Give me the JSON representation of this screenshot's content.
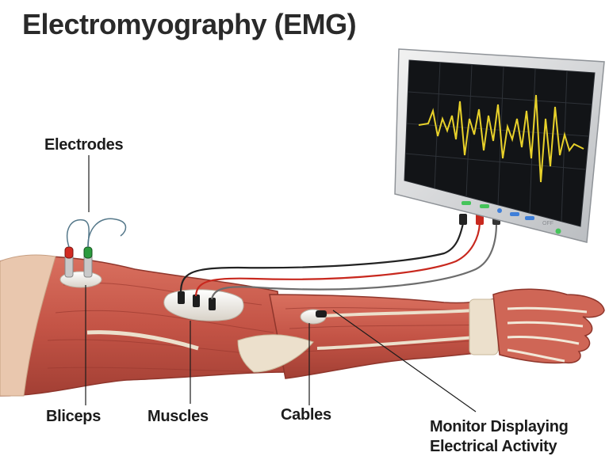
{
  "title": "Electromyography (EMG)",
  "labels": {
    "electrodes": "Electrodes",
    "biceps": "Bliceps",
    "muscles": "Muscles",
    "cables": "Cables",
    "monitor_line1": "Monitor Displaying",
    "monitor_line2": "Electrical Activity"
  },
  "monitor": {
    "power_text": "OFF"
  },
  "colors": {
    "muscle": "#c8594a",
    "muscle_dark": "#9c3a30",
    "tendon": "#eee3d2",
    "signal": "#e8d12a",
    "screen": "#121417",
    "cable_red": "#c8281e",
    "cable_black": "#222222",
    "cable_gray": "#6d6d6d"
  },
  "icons": [
    "electrode-pad-icon",
    "monitor-icon",
    "emg-waveform-icon"
  ]
}
